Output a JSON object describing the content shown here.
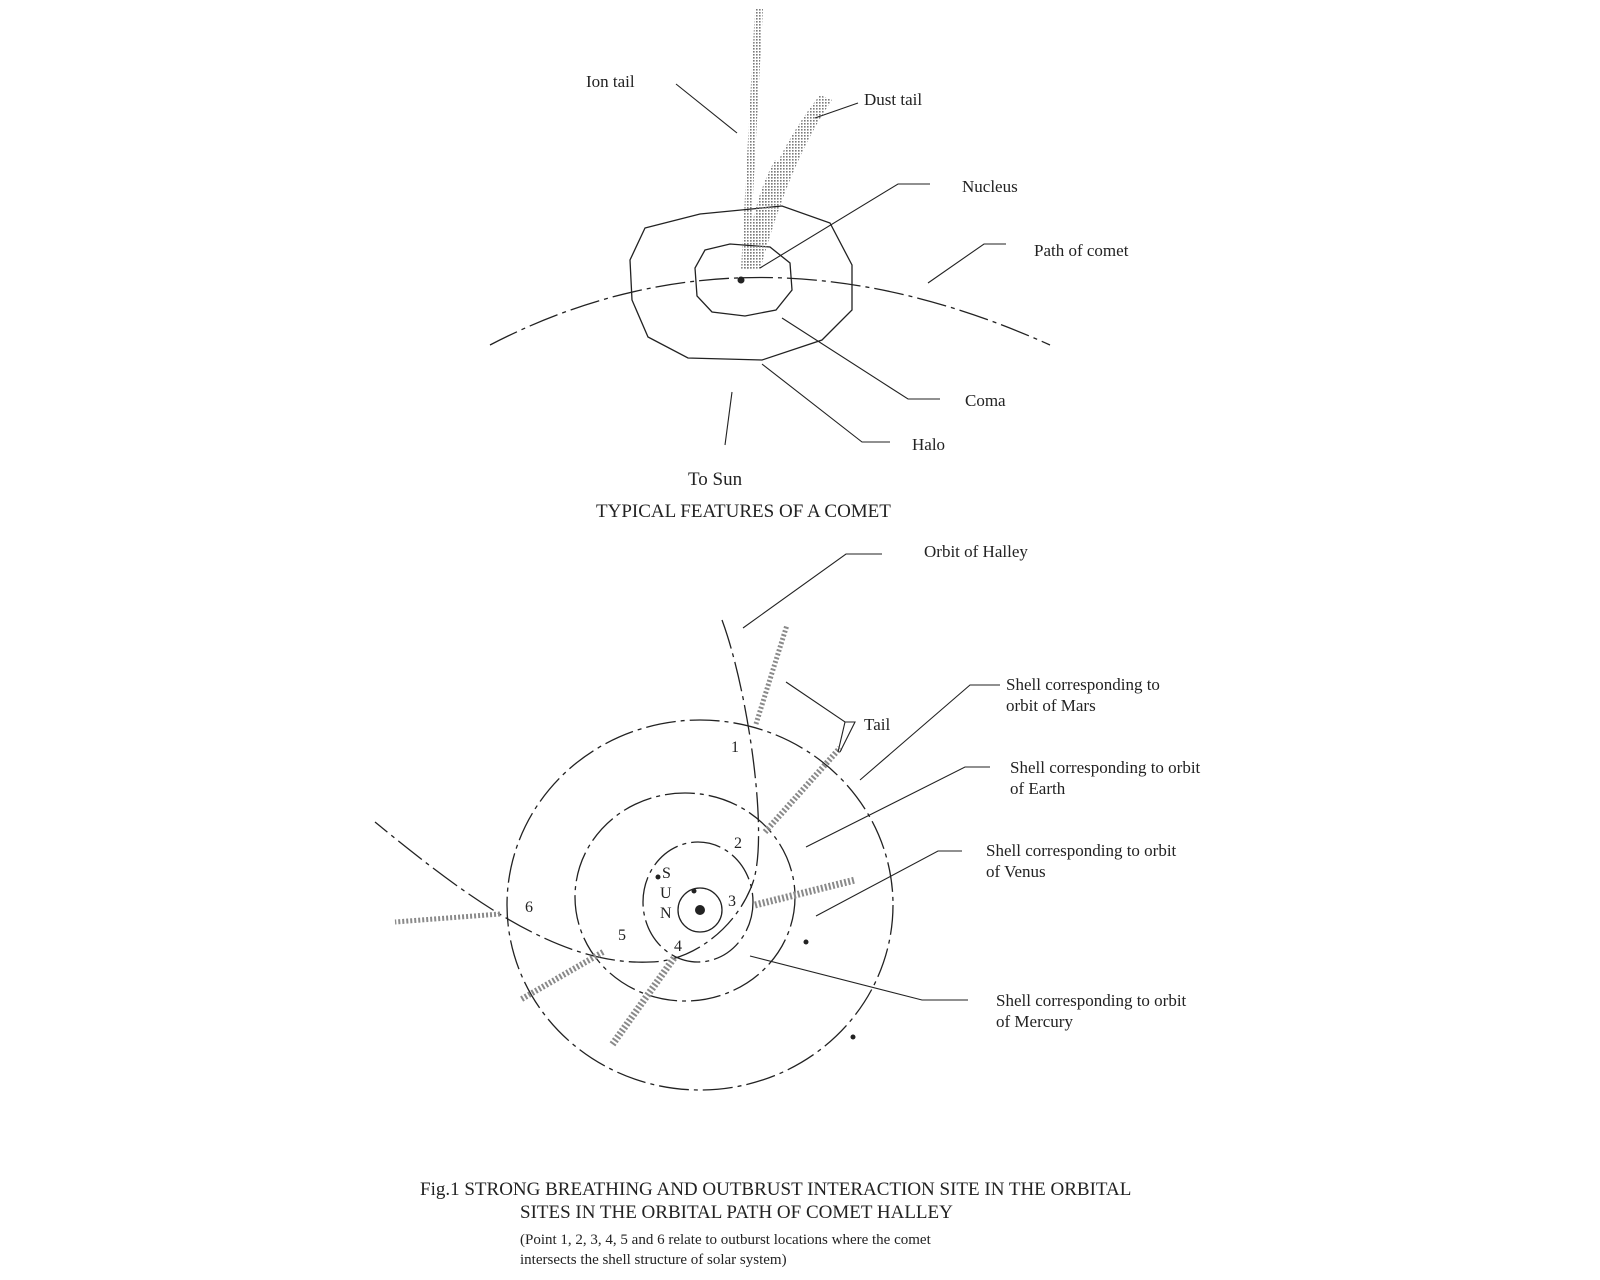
{
  "top_diagram": {
    "labels": {
      "ion_tail": "Ion tail",
      "dust_tail": "Dust tail",
      "nucleus": "Nucleus",
      "path_of_comet": "Path of comet",
      "coma": "Coma",
      "halo": "Halo",
      "to_sun": "To Sun"
    },
    "title": "TYPICAL FEATURES OF A COMET"
  },
  "bottom_diagram": {
    "labels": {
      "orbit_of_halley": "Orbit of Halley",
      "tail": "Tail",
      "mars_line1": "Shell corresponding to",
      "mars_line2": "orbit of Mars",
      "earth_line1": "Shell corresponding to orbit",
      "earth_line2": "of Earth",
      "venus_line1": "Shell corresponding to orbit",
      "venus_line2": "of Venus",
      "mercury_line1": "Shell corresponding to orbit",
      "mercury_line2": "of Mercury"
    },
    "sun_letters": [
      "S",
      "U",
      "N"
    ],
    "points": [
      "1",
      "2",
      "3",
      "4",
      "5",
      "6"
    ]
  },
  "caption": {
    "line1": "Fig.1 STRONG BREATHING AND OUTBRUST INTERACTION SITE IN THE ORBITAL",
    "line2": "SITES IN THE ORBITAL PATH OF COMET HALLEY",
    "note_line1": "(Point 1, 2, 3, 4, 5 and 6 relate to outburst locations where the comet",
    "note_line2": "intersects the shell structure of solar system)"
  },
  "colors": {
    "ink": "#222222",
    "tail_fill": "#888888"
  }
}
